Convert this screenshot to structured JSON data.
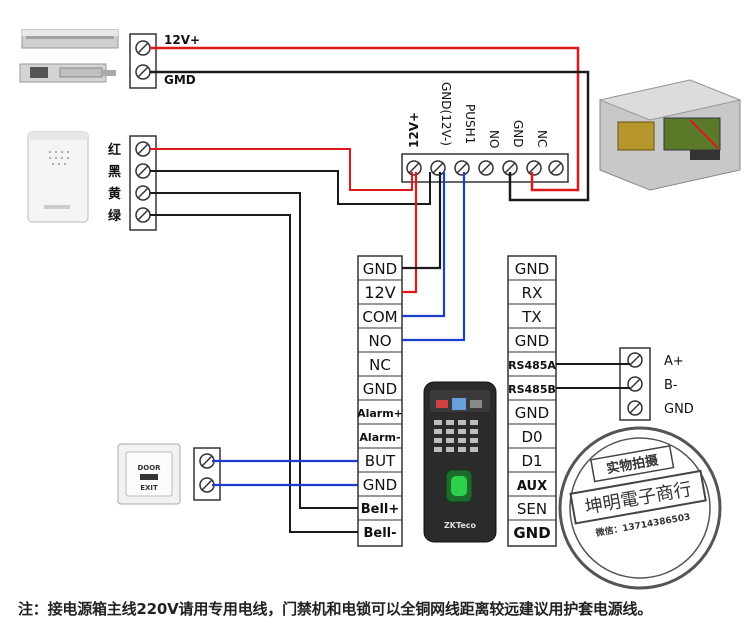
{
  "colors": {
    "red_wire": "#e01818",
    "black_wire": "#1a1a1a",
    "blue_wire": "#1a3fcc",
    "terminal_border": "#333333",
    "power_box": "#c8c8c8"
  },
  "lock_block": {
    "labels": [
      "12V+",
      "GMD"
    ]
  },
  "bell_block": {
    "labels": [
      "红",
      "黑",
      "黄",
      "绿"
    ]
  },
  "power_supply": {
    "labels": [
      "12V+",
      "GND(12V-)",
      "PUSH1",
      "NO",
      "GND",
      "NC"
    ]
  },
  "controller_left": {
    "labels": [
      "GND",
      "12V",
      "COM",
      "NO",
      "NC",
      "GND",
      "Alarm+",
      "Alarm-",
      "BUT",
      "GND",
      "Bell+",
      "Bell-"
    ]
  },
  "controller_right": {
    "labels": [
      "GND",
      "RX",
      "TX",
      "GND",
      "RS485A",
      "RS485B",
      "GND",
      "D0",
      "D1",
      "AUX",
      "SEN",
      "GND"
    ]
  },
  "rs485_block": {
    "labels": [
      "A+",
      "B-",
      "GND"
    ]
  },
  "exit_button": {
    "line1": "DOOR",
    "line2": "EXIT"
  },
  "stamp": {
    "top": "实物拍摄",
    "middle": "坤明電子商行",
    "bottom": "微信：13714386503"
  },
  "device": {
    "brand": "ZKTeco"
  },
  "footer_note": "注：接电源箱主线220V请用专用电线，门禁机和电锁可以全铜网线距离较远建议用护套电源线。"
}
